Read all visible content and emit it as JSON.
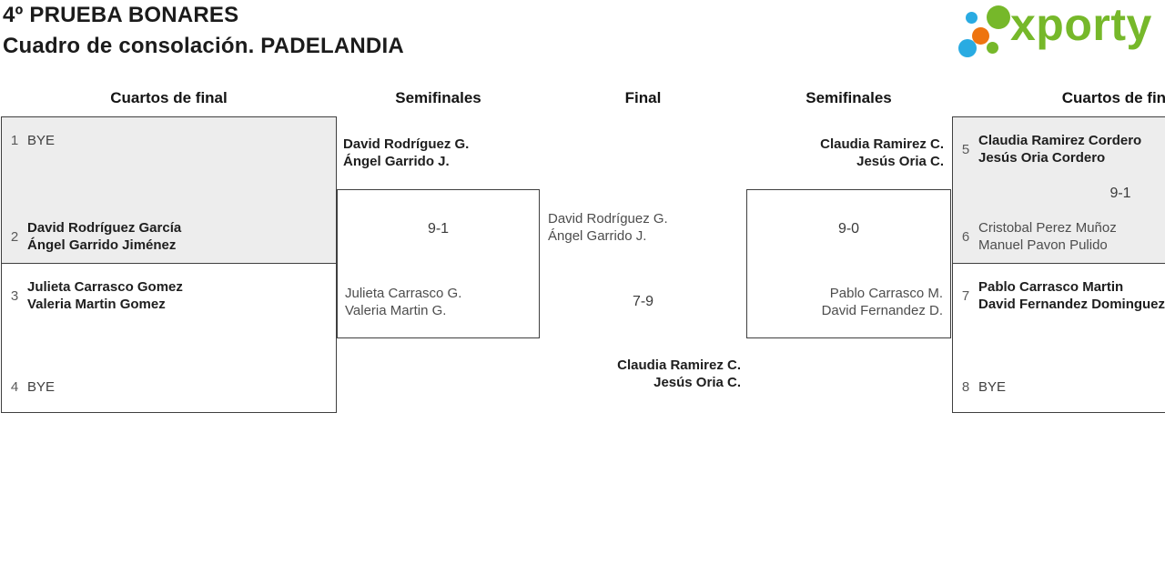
{
  "header": {
    "title_line1": "4º PRUEBA BONARES",
    "title_line2": "Cuadro de consolación. PADELANDIA",
    "logo_text": "xporty"
  },
  "round_headers": {
    "qf_left": "Cuartos de final",
    "sf_left": "Semifinales",
    "final": "Final",
    "sf_right": "Semifinales",
    "qf_right": "Cuartos de final"
  },
  "bracket": {
    "qf_left_top": {
      "seed_a": "1",
      "team_a_line1": "BYE",
      "seed_b": "2",
      "team_b_line1": "David Rodríguez García",
      "team_b_line2": "Ángel Garrido Jiménez"
    },
    "qf_left_bottom": {
      "seed_a": "3",
      "team_a_line1": "Julieta Carrasco Gomez",
      "team_a_line2": "Valeria Martin Gomez",
      "seed_b": "4",
      "team_b_line1": "BYE"
    },
    "sf_left": {
      "winner_line1": "David Rodríguez G.",
      "winner_line2": "Ángel Garrido J.",
      "score": "9-1",
      "loser_line1": "Julieta Carrasco G.",
      "loser_line2": "Valeria Martin G."
    },
    "final": {
      "left_finalist_line1": "David Rodríguez G.",
      "left_finalist_line2": "Ángel Garrido J.",
      "score": "7-9",
      "champion_line1": "Claudia Ramirez C.",
      "champion_line2": "Jesús Oria C."
    },
    "sf_right": {
      "winner_line1": "Claudia Ramirez C.",
      "winner_line2": "Jesús Oria C.",
      "score": "9-0",
      "loser_line1": "Pablo Carrasco M.",
      "loser_line2": "David Fernandez D."
    },
    "qf_right_top": {
      "seed_a": "5",
      "team_a_line1": "Claudia Ramirez Cordero",
      "team_a_line2": "Jesús Oria Cordero",
      "score": "9-1",
      "seed_b": "6",
      "team_b_line1": "Cristobal Perez Muñoz",
      "team_b_line2": "Manuel Pavon Pulido"
    },
    "qf_right_bottom": {
      "seed_a": "7",
      "team_a_line1": "Pablo Carrasco Martin",
      "team_a_line2": "David Fernandez Dominguez",
      "seed_b": "8",
      "team_b_line1": "BYE"
    }
  },
  "colors": {
    "brand_green": "#76b82a",
    "brand_blue": "#29abe2",
    "brand_orange": "#ee7410",
    "box_shaded_fill": "#ededed",
    "box_border": "#3f3f3f",
    "muted_text": "#4d4d4d"
  }
}
